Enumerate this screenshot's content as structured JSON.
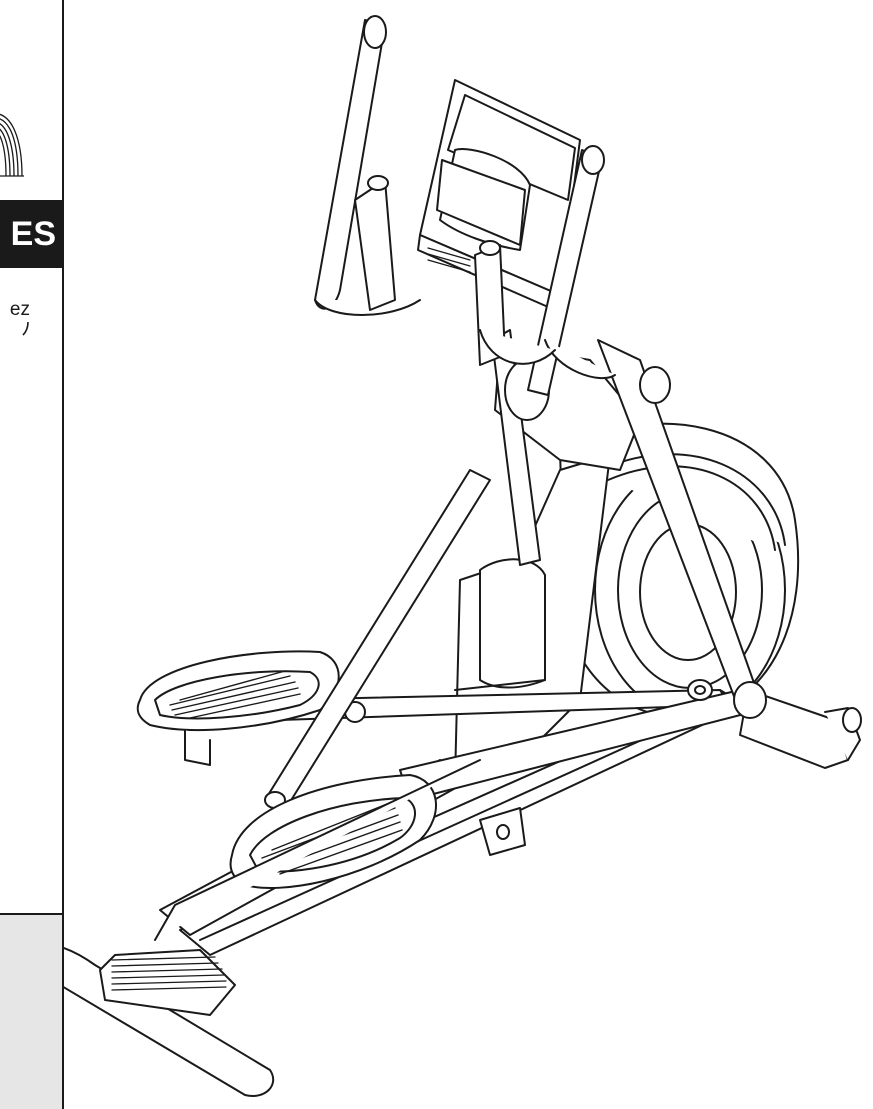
{
  "left_panel": {
    "heading_fragment": "ES",
    "body_fragment": "ez"
  },
  "illustration": {
    "subject": "elliptical-trainer"
  },
  "colors": {
    "ink": "#1a1a1a",
    "grey_box": "#e6e6e6",
    "paper": "#ffffff"
  }
}
